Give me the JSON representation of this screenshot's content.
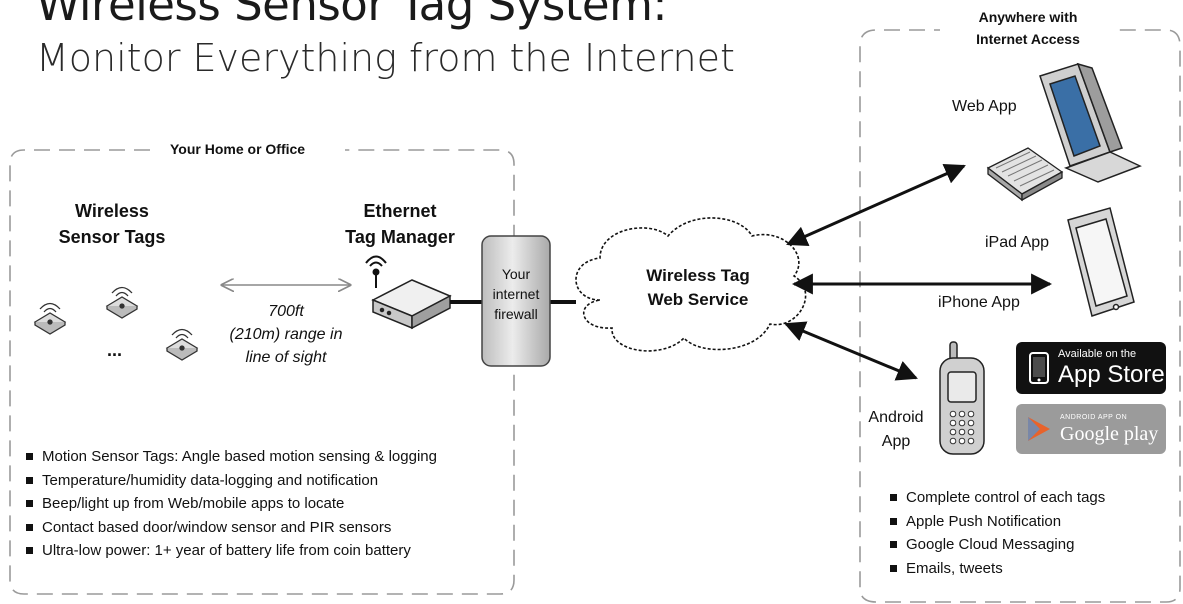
{
  "header": {
    "title": "Wireless Sensor Tag System:",
    "subtitle": "Monitor Everything from the Internet"
  },
  "home_box": {
    "label": "Your Home or Office",
    "sensor_tags_label_line1": "Wireless",
    "sensor_tags_label_line2": "Sensor Tags",
    "ellipsis": "...",
    "manager_label_line1": "Ethernet",
    "manager_label_line2": "Tag Manager",
    "range_line1": "700ft",
    "range_line2": "(210m) range in",
    "range_line3": "line of sight",
    "features": [
      "Motion Sensor Tags: Angle based motion sensing & logging",
      "Temperature/humidity data-logging and notification",
      "Beep/light up from Web/mobile apps to locate",
      "Contact based door/window sensor and PIR sensors",
      "Ultra-low power: 1+ year of battery life from coin battery"
    ]
  },
  "firewall": {
    "line1": "Your",
    "line2": "internet",
    "line3": "firewall"
  },
  "cloud": {
    "line1": "Wireless Tag",
    "line2": "Web Service"
  },
  "remote_box": {
    "label_line1": "Anywhere with",
    "label_line2": "Internet Access",
    "web_app": "Web App",
    "ipad_app": "iPad App",
    "iphone_app": "iPhone App",
    "android_line1": "Android",
    "android_line2": "App",
    "app_store_small": "Available on the",
    "app_store_big": "App Store",
    "google_play_small": "ANDROID APP ON",
    "google_play_big": "Google play",
    "features": [
      "Complete control of each tags",
      "Apple Push Notification",
      "Google Cloud Messaging",
      "Emails, tweets"
    ]
  },
  "colors": {
    "dashed_border": "#9a9a9a",
    "arrow": "#111111",
    "range_arrow": "#888888",
    "firewall_fill": "#cfcfcf",
    "app_store_bg": "#111111",
    "google_play_bg": "#9b9b9b",
    "google_play_triangle": "#e8632b"
  },
  "icons": [
    "wifi-icon",
    "router-icon",
    "sensor-tag-icon",
    "desktop-monitor-icon",
    "keyboard-icon",
    "tablet-icon",
    "phone-icon",
    "apple-logo-icon",
    "google-play-icon"
  ]
}
